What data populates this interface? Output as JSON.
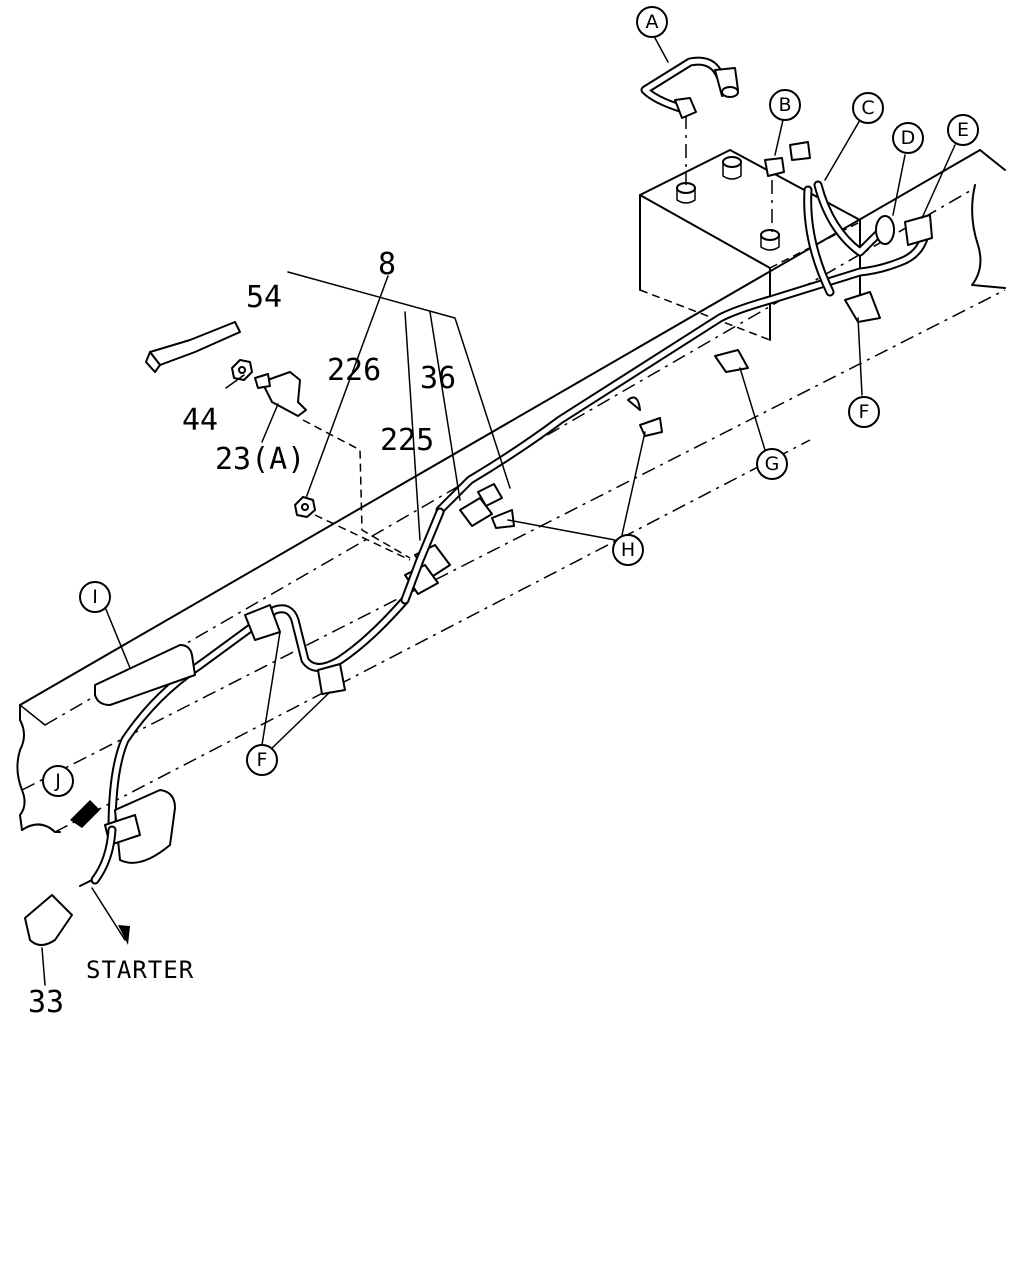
{
  "part_numbers": {
    "n8": "8",
    "n54": "54",
    "n226": "226",
    "n36": "36",
    "n44": "44",
    "n225": "225",
    "n23a": "23(A)",
    "n33": "33"
  },
  "callouts": {
    "a": "A",
    "b": "B",
    "c": "C",
    "d": "D",
    "e": "E",
    "f": "F",
    "g": "G",
    "h": "H",
    "i": "I",
    "j": "J"
  },
  "labels": {
    "starter": "STARTER"
  }
}
